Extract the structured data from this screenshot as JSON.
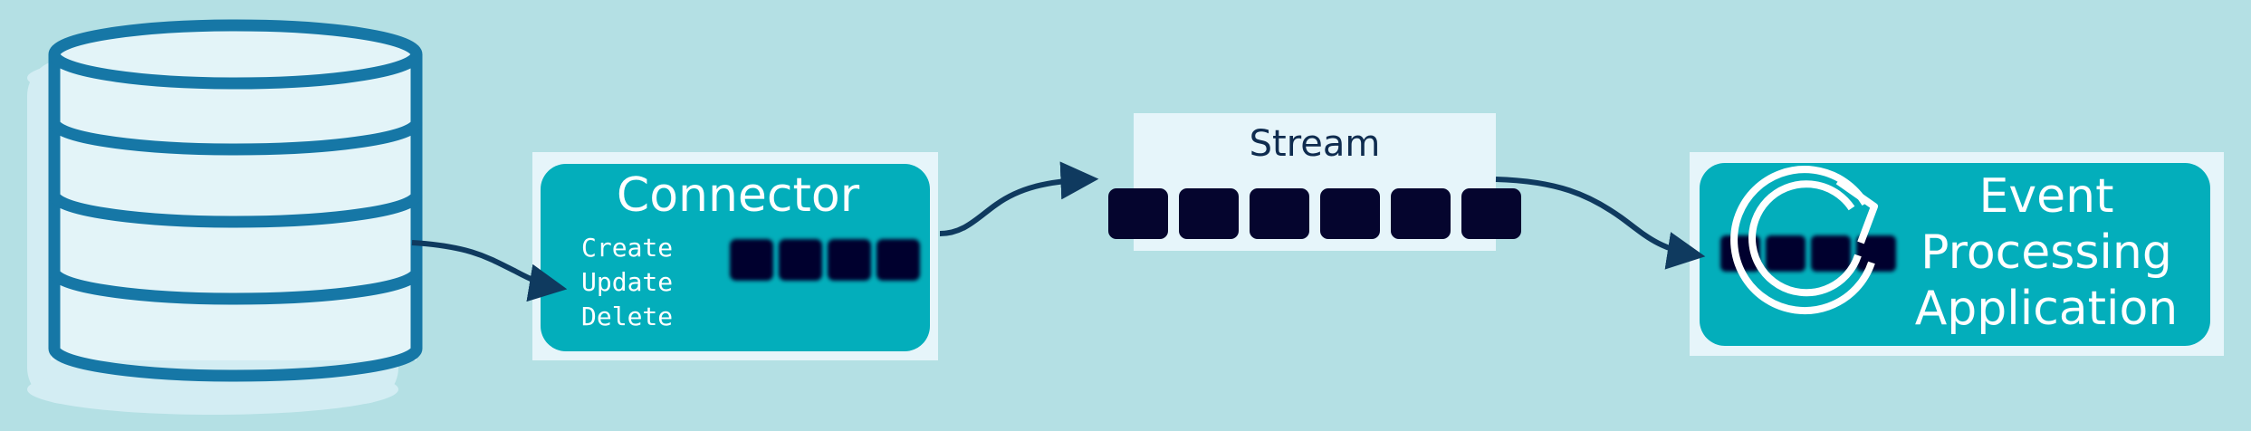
{
  "connector": {
    "title": "Connector",
    "operations": [
      "Create",
      "Update",
      "Delete"
    ]
  },
  "stream": {
    "title": "Stream"
  },
  "application": {
    "title_lines": [
      "Event",
      "Processing",
      "Application"
    ]
  },
  "icons": {
    "source": "database-icon",
    "app": "refresh-cycle-icon"
  },
  "colors": {
    "background": "#b4e0e4",
    "teal": "#03aebb",
    "panel": "#e6f5fa",
    "database_stroke": "#1677a6",
    "event_block": "#05052e",
    "arrow": "#0f3a5f"
  }
}
